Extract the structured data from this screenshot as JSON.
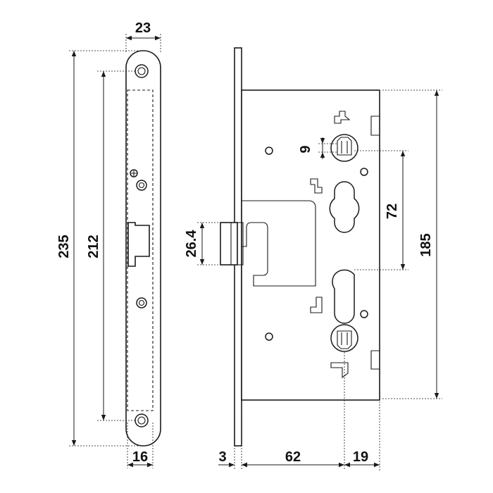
{
  "dimensions": {
    "faceplate_width": "23",
    "total_height": "235",
    "screw_spacing": "212",
    "faceplate_thickness": "16",
    "plate_thickness": "3",
    "backset": "62",
    "offset": "19",
    "latch_height": "26.4",
    "square_size": "9",
    "center_distance": "72",
    "body_height": "185"
  }
}
